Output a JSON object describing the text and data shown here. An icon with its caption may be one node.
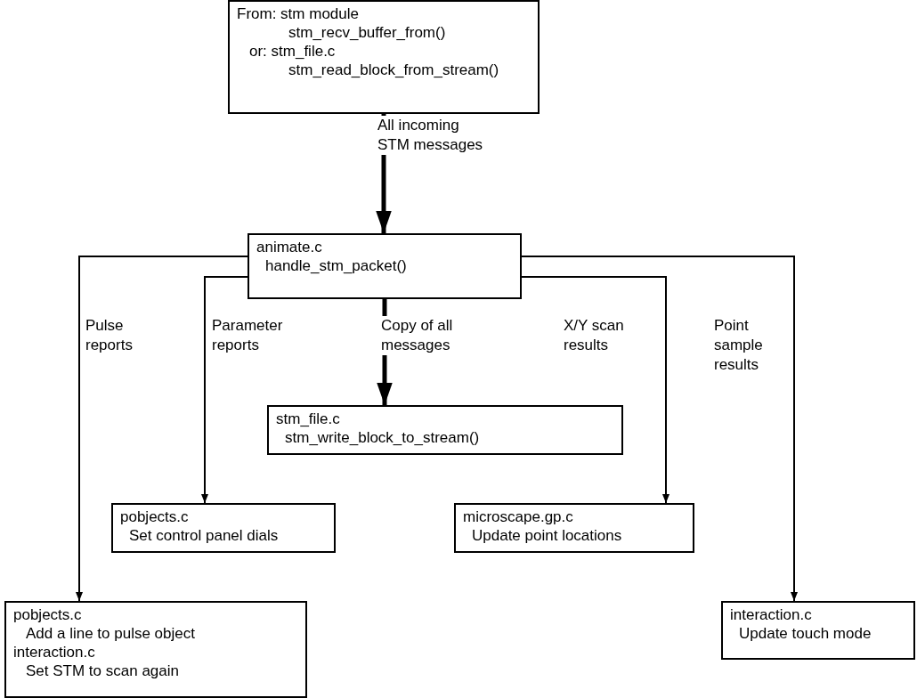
{
  "diagram": {
    "nodes": [
      {
        "text": [
          "From: stm module",
          "stm_recv_buffer_from()",
          "or: stm_file.c",
          "stm_read_block_from_stream()"
        ]
      },
      {
        "text": [
          "animate.c",
          "handle_stm_packet()"
        ]
      },
      {
        "text": [
          "stm_file.c",
          "stm_write_block_to_stream()"
        ]
      },
      {
        "text": [
          "pobjects.c",
          "Set control panel dials"
        ]
      },
      {
        "text": [
          "microscape.gp.c",
          "Update point locations"
        ]
      },
      {
        "text": [
          "pobjects.c",
          "Add a line to pulse object",
          "interaction.c",
          "Set STM to scan again"
        ]
      },
      {
        "text": [
          "interaction.c",
          "Update touch mode"
        ]
      }
    ],
    "edges": [
      {
        "from": 0,
        "to": 1,
        "arrow": "to",
        "label": "All incoming STM messages",
        "style": "thick"
      },
      {
        "from": 1,
        "to": 5,
        "arrow": "to",
        "label": "Pulse reports"
      },
      {
        "from": 1,
        "to": 3,
        "arrow": "to",
        "label": "Parameter reports"
      },
      {
        "from": 1,
        "to": 2,
        "arrow": "to",
        "label": "Copy of all messages",
        "style": "thick"
      },
      {
        "from": 1,
        "to": 4,
        "arrow": "to",
        "label": "X/Y scan results"
      },
      {
        "from": 1,
        "to": 6,
        "arrow": "to",
        "label": "Point sample results"
      }
    ]
  }
}
